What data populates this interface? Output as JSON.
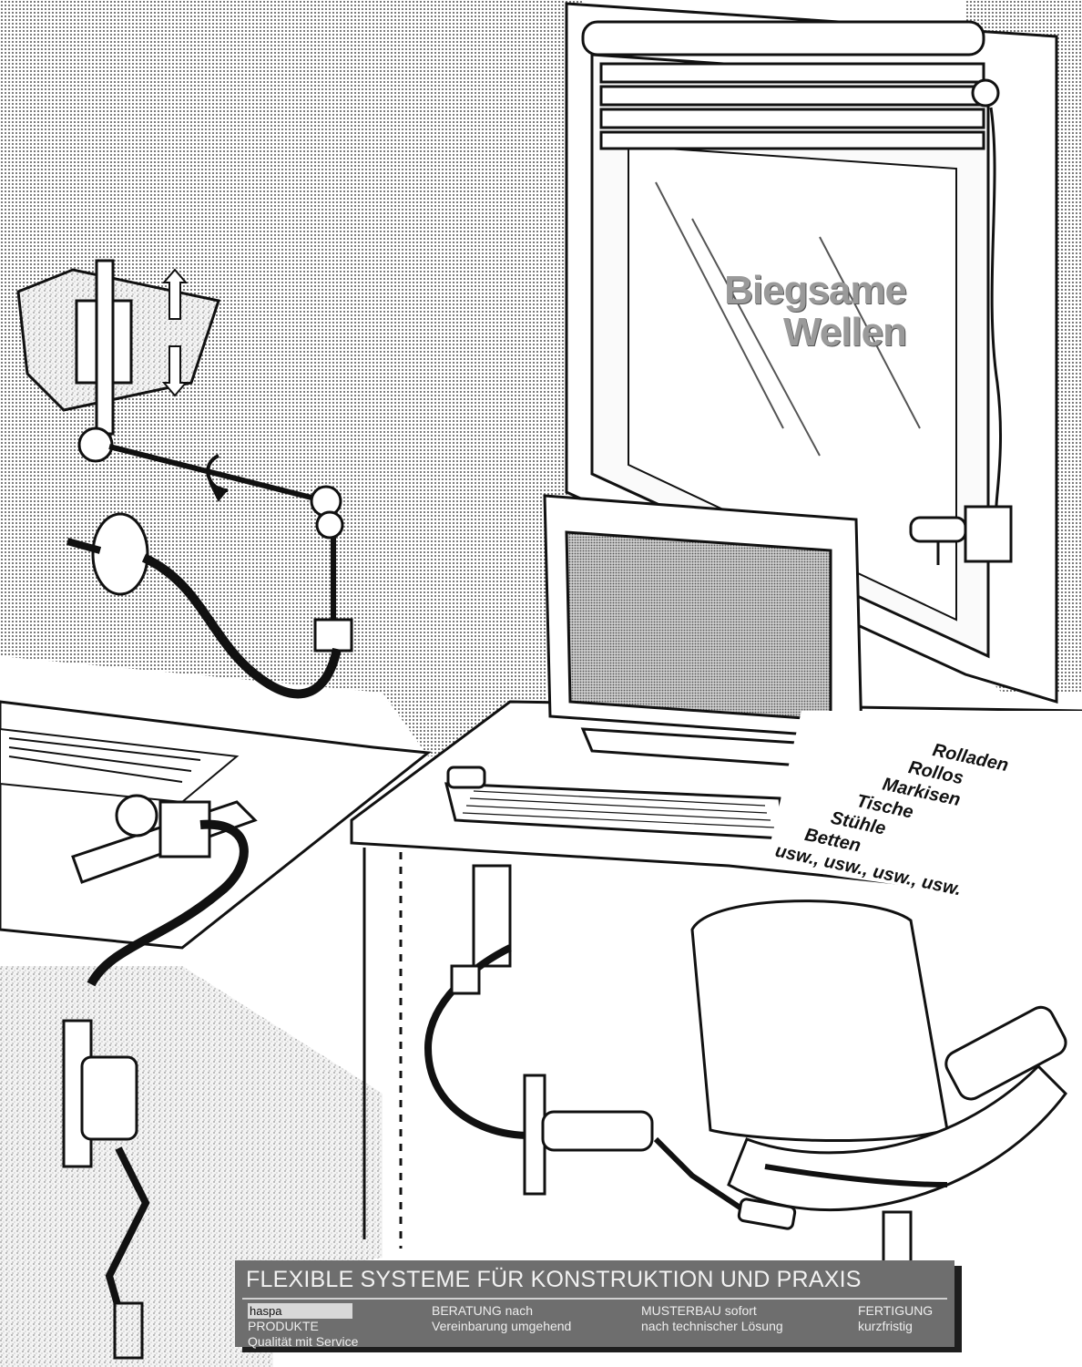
{
  "headline": {
    "line1": "Biegsame",
    "line2": "Wellen"
  },
  "product_list": [
    "Rolladen",
    "Rollos",
    "Markisen",
    "Tische",
    "Stühle",
    "Betten",
    "usw., usw., usw., usw."
  ],
  "banner": {
    "title": "FLEXIBLE SYSTEME FÜR KONSTRUKTION UND PRAXIS",
    "brand": "haspa",
    "columns": [
      {
        "line1": "PRODUKTE",
        "line2": "Qualität mit Service"
      },
      {
        "line1": "BERATUNG nach",
        "line2": "Vereinbarung umgehend"
      },
      {
        "line1": "MUSTERBAU sofort",
        "line2": "nach technischer Lösung"
      },
      {
        "line1": "FERTIGUNG",
        "line2": "kurzfristig"
      }
    ]
  }
}
